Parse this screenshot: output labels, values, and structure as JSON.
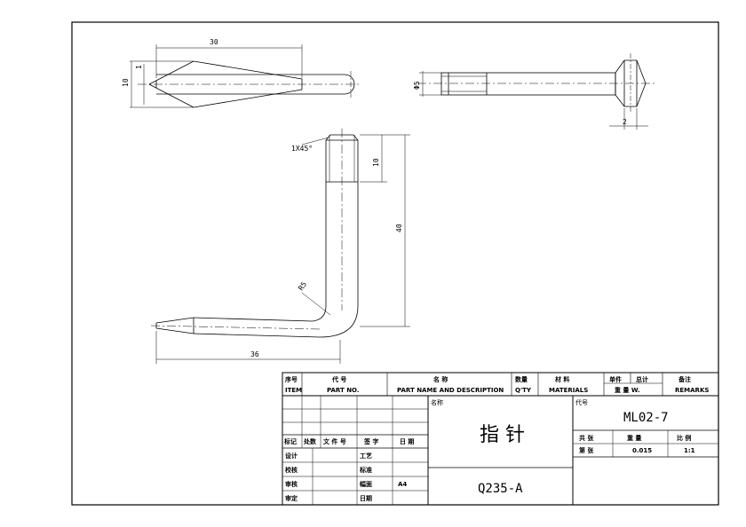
{
  "dims": {
    "top_length": "30",
    "top_height": "10",
    "top_tip": "1",
    "side_dia": "Φ5",
    "side_2": "2",
    "chamfer": "1X45°",
    "thread_len": "10",
    "total_h": "40",
    "radius": "R5",
    "bottom_len": "36"
  },
  "title_block": {
    "hdr_item_cn": "序号",
    "hdr_item_en": "ITEM",
    "hdr_code_cn": "代 号",
    "hdr_code_en": "PART NO.",
    "hdr_name_cn": "名 称",
    "hdr_name_en": "PART NAME AND DESCRIPTION",
    "hdr_qty_cn": "数量",
    "hdr_qty_en": "Q'TY",
    "hdr_mat_cn": "材 料",
    "hdr_mat_en": "MATERIALS",
    "hdr_unit": "单件",
    "hdr_total": "总计",
    "hdr_weight": "重 量 W.",
    "hdr_rem_cn": "备注",
    "hdr_rem_en": "REMARKS",
    "name_label": "名称",
    "name_value": "指 针",
    "code_label": "代号",
    "code_value": "ML02-7",
    "rev_mark": "标记",
    "rev_count": "处数",
    "rev_file": "文 件 号",
    "rev_sign": "签 字",
    "rev_date": "日 期",
    "design": "设计",
    "check": "校核",
    "review": "审核",
    "approve": "审定",
    "process": "工艺",
    "standard": "标准",
    "sheet": "幅面",
    "sheet_value": "A4",
    "date": "日期",
    "material_value": "Q235-A",
    "total_sheets": "共 张",
    "weight_label": "重 量",
    "scale_label": "比 例",
    "sheet_no": "第 张",
    "weight_value": "0.015",
    "scale_value": "1:1"
  }
}
